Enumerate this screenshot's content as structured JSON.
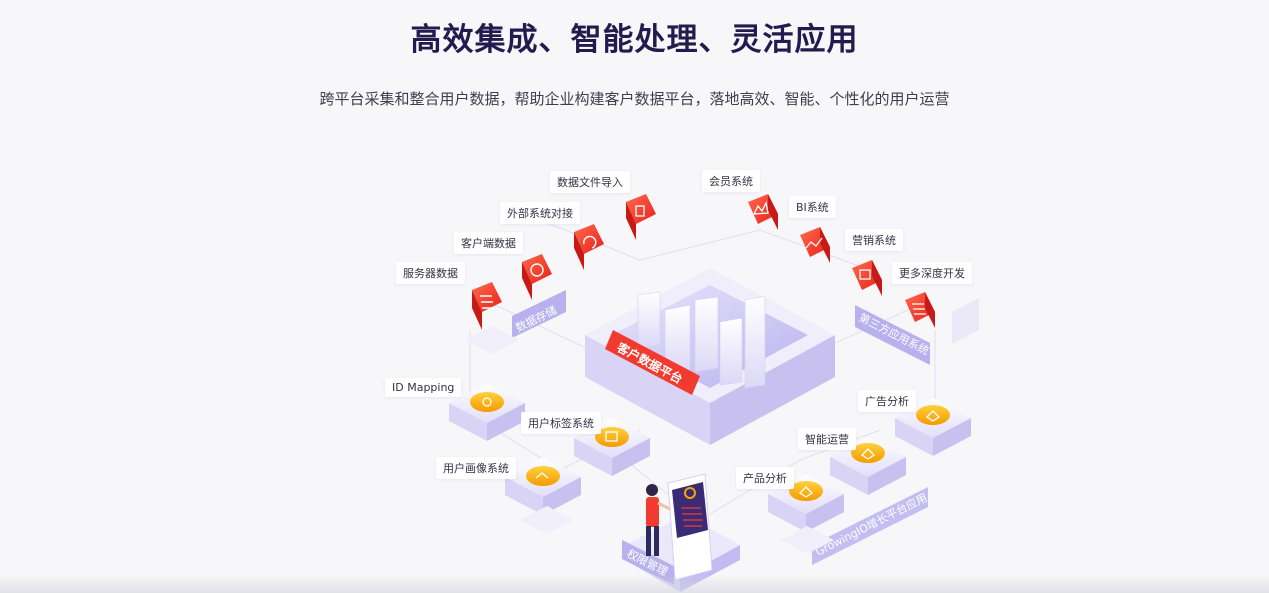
{
  "header": {
    "title": "高效集成、智能处理、灵活应用",
    "subtitle": "跨平台采集和整合用户数据，帮助企业构建客户数据平台，落地高效、智能、个性化的用户运营"
  },
  "diagram": {
    "center_label": "客户数据平台",
    "sources": [
      {
        "label": "服务器数据",
        "icon": "database-icon"
      },
      {
        "label": "客户端数据",
        "icon": "pie-chart-icon"
      },
      {
        "label": "外部系统对接",
        "icon": "chart-icon"
      },
      {
        "label": "数据文件导入",
        "icon": "file-icon"
      }
    ],
    "storage_label": "数据存储",
    "third_party": [
      {
        "label": "会员系统",
        "icon": "crown-icon"
      },
      {
        "label": "BI系统",
        "icon": "bi-chart-icon"
      },
      {
        "label": "营销系统",
        "icon": "marketing-icon"
      },
      {
        "label": "更多深度开发",
        "icon": "develop-icon"
      }
    ],
    "third_party_label": "第三方应用系统",
    "user_modules": [
      {
        "label": "ID Mapping"
      },
      {
        "label": "用户标签系统"
      },
      {
        "label": "用户画像系统"
      }
    ],
    "growth_apps": [
      {
        "label": "广告分析"
      },
      {
        "label": "智能运营"
      },
      {
        "label": "产品分析"
      }
    ],
    "growth_label": "GrowingIO增长平台应用",
    "permission_label": "权限管理",
    "colors": {
      "title": "#231b4d",
      "accent_red": "#f23a2f",
      "accent_orange": "#f7a600",
      "platform_purple": "#c9c3f3"
    }
  }
}
